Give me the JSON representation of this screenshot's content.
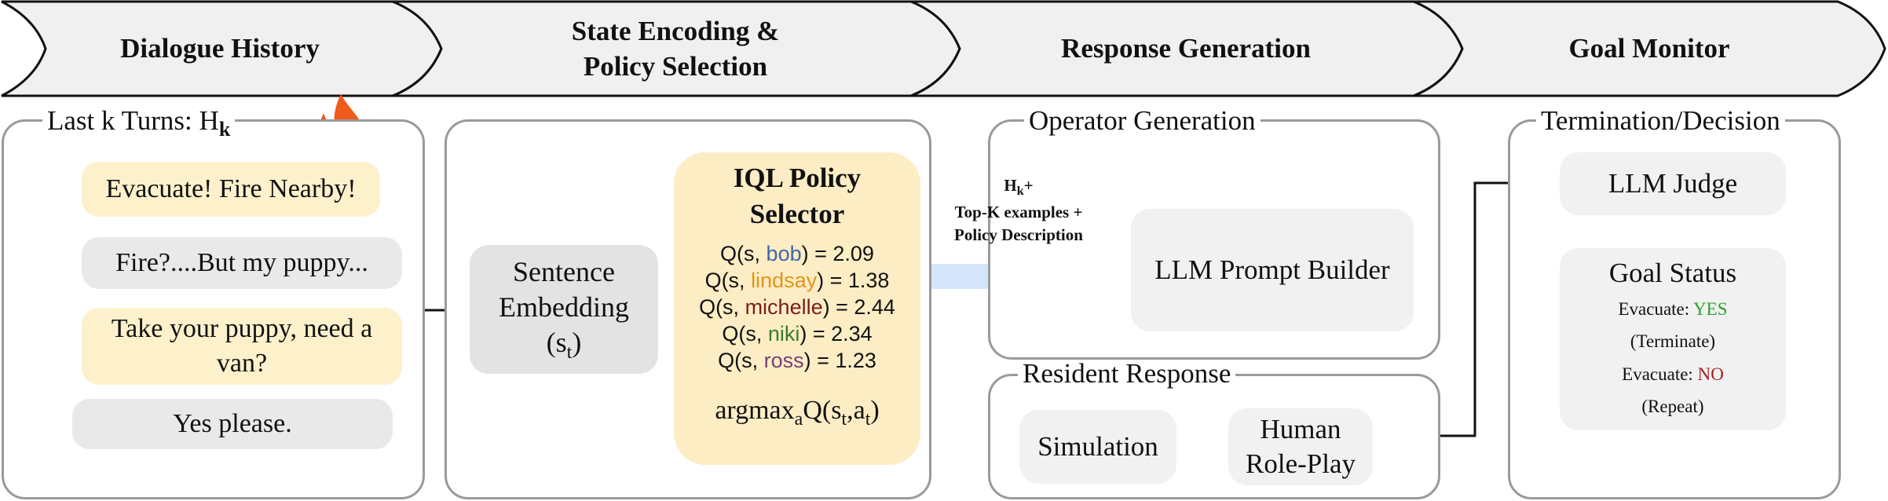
{
  "stages": [
    {
      "label_lines": [
        "Dialogue History"
      ]
    },
    {
      "label_lines": [
        "State Encoding &",
        "Policy Selection"
      ]
    },
    {
      "label_lines": [
        "Response Generation"
      ]
    },
    {
      "label_lines": [
        "Goal Monitor"
      ]
    }
  ],
  "dialogue": {
    "title": "Last k Turns: H",
    "title_sub": "k",
    "turns": [
      {
        "speaker": "operator",
        "lines": [
          "Evacuate! Fire Nearby!"
        ]
      },
      {
        "speaker": "resident",
        "lines": [
          "Fire?....But my puppy..."
        ]
      },
      {
        "speaker": "operator",
        "lines": [
          "Take your puppy, need a",
          "van?"
        ]
      },
      {
        "speaker": "resident",
        "lines": [
          "Yes please."
        ]
      }
    ]
  },
  "state": {
    "embedding_lines": [
      "Sentence",
      "Embedding"
    ],
    "embedding_var": "(s",
    "embedding_var_sub": "t",
    "embedding_var_end": ")",
    "iql_title_lines": [
      "IQL Policy",
      "Selector"
    ],
    "q_values": [
      {
        "name": "bob",
        "value": "2.09",
        "selected": false
      },
      {
        "name": "lindsay",
        "value": "1.38",
        "selected": false
      },
      {
        "name": "michelle",
        "value": "2.44",
        "selected": true
      },
      {
        "name": "niki",
        "value": "2.34",
        "selected": false
      },
      {
        "name": "ross",
        "value": "1.23",
        "selected": false
      }
    ],
    "argmax": {
      "pre": "argmax",
      "sub_a": "a",
      "mid": "Q(s",
      "sub_t": "t",
      "comma": ",a",
      "sub_t2": "t",
      "end": ")"
    }
  },
  "response": {
    "operator_title": "Operator Generation",
    "prompt_input": {
      "h": "H",
      "h_sub": "k",
      "h_plus": "+",
      "line2": "Top-K examples +",
      "line3": "Policy Description"
    },
    "prompt_builder": "LLM Prompt Builder",
    "resident_title": "Resident Response",
    "simulation": "Simulation",
    "roleplay_lines": [
      "Human",
      "Role-Play"
    ]
  },
  "goal": {
    "title": "Termination/Decision",
    "judge": "LLM Judge",
    "status_title": "Goal Status",
    "yes_prefix": "Evacuate: ",
    "yes_value": "YES",
    "yes_action": "(Terminate)",
    "no_prefix": "Evacuate: ",
    "no_value": "NO",
    "no_action": "(Repeat)"
  },
  "icons": [
    "fire-icon",
    "operator-avatar-icon",
    "resident-avatar-icon",
    "openai-logo-icon",
    "theater-masks-icon",
    "star-icon"
  ],
  "colors": {
    "operator_bubble": "#fdf1cc",
    "resident_bubble": "#e9e9e9",
    "iql_box": "#fdedc5",
    "panel_border": "#9a9a9a",
    "yes": "#2aa02a",
    "no": "#a62020",
    "prompt_arrow": "#d6e6fa"
  }
}
